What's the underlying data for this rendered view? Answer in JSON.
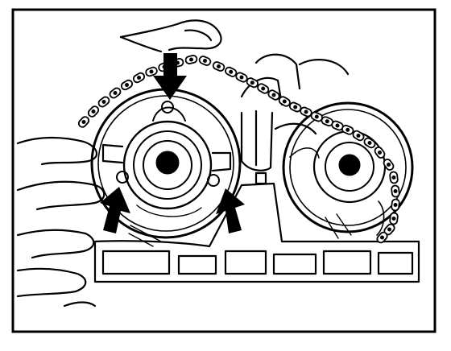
{
  "figure": {
    "kind": "line-art illustration",
    "ink_color": "#000000",
    "paper_color": "#ffffff"
  },
  "callouts": [
    {
      "id": "arrow-top",
      "direction": "down"
    },
    {
      "id": "arrow-lower-left",
      "direction": "up"
    },
    {
      "id": "arrow-lower-right",
      "direction": "up"
    }
  ]
}
